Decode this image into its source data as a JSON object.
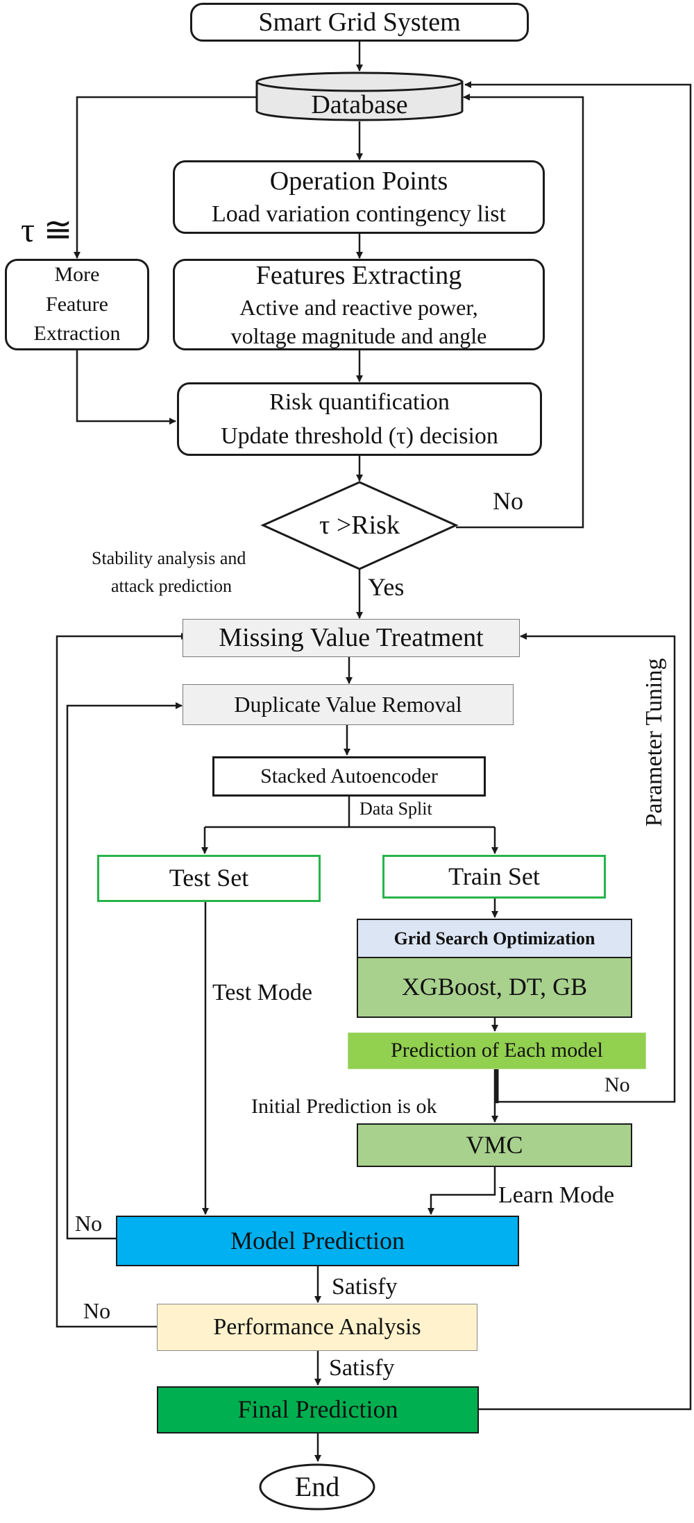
{
  "colors": {
    "line": "#1a1a1a",
    "gray_fill": "#f0f0f0",
    "grid_search_fill": "#dbe5f3",
    "green_mid": "#a9d18e",
    "green_bright": "#92d050",
    "blue": "#00b0f0",
    "cream": "#fff2cc",
    "dark_green": "#00b050",
    "green_outline": "#27b34a"
  },
  "nodes": {
    "smart_grid": "Smart Grid System",
    "database": "Database",
    "operation_points": {
      "title": "Operation Points",
      "subtitle": "Load variation contingency list"
    },
    "features_extracting": {
      "title": "Features Extracting",
      "line1": "Active and reactive power,",
      "line2": "voltage magnitude and angle"
    },
    "more_feature": {
      "line1": "More",
      "line2": "Feature",
      "line3": "Extraction"
    },
    "risk_quant": {
      "title": "Risk quantification",
      "subtitle": "Update threshold (τ) decision"
    },
    "decision": "τ >Risk",
    "missing_value": "Missing Value Treatment",
    "duplicate_value": "Duplicate Value Removal",
    "stacked_ae": "Stacked Autoencoder",
    "test_set": "Test Set",
    "train_set": "Train Set",
    "grid_search": "Grid Search Optimization",
    "xgboost": "XGBoost, DT, GB",
    "prediction_each": "Prediction of Each model",
    "vmc": "VMC",
    "model_prediction": "Model Prediction",
    "performance": "Performance Analysis",
    "final_prediction": "Final Prediction",
    "end": "End"
  },
  "labels": {
    "tau_approx": "τ ≅",
    "no_decision": "No",
    "yes": "Yes",
    "stability_line1": "Stability analysis and",
    "stability_line2": "attack prediction",
    "data_split": "Data Split",
    "test_mode": "Test Mode",
    "parameter_tuning": "Parameter Tuning",
    "no_tuning": "No",
    "initial_ok": "Initial Prediction is ok",
    "learn_mode": "Learn Mode",
    "no_model": "No",
    "satisfy_1": "Satisfy",
    "no_performance": "No",
    "satisfy_2": "Satisfy"
  }
}
